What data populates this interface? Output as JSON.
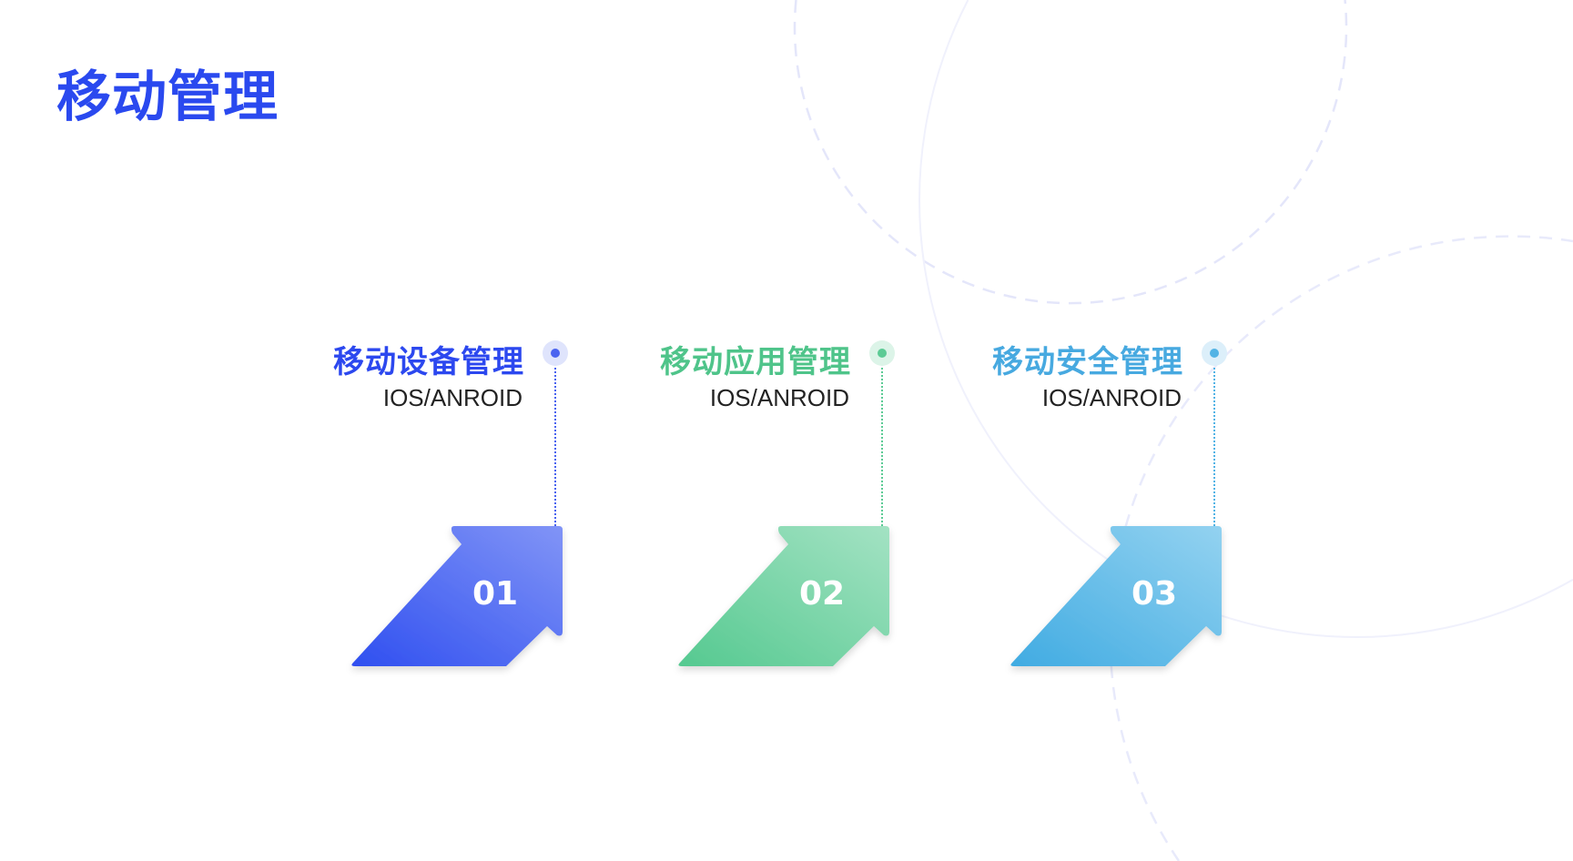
{
  "title": "移动管理",
  "colors": {
    "title": "#2a49ef"
  },
  "items": [
    {
      "heading": "移动设备管理",
      "subtitle": "IOS/ANROID",
      "number": "01",
      "color": "#2c48ef",
      "from": "#2f4ff0",
      "to": "#8194f6",
      "dot_bg": "#dfe4fc",
      "dot": "#4a63f0"
    },
    {
      "heading": "移动应用管理",
      "subtitle": "IOS/ANROID",
      "number": "02",
      "color": "#4fc48a",
      "from": "#55c990",
      "to": "#a3e2c3",
      "dot_bg": "#dcf4e8",
      "dot": "#5ccb95"
    },
    {
      "heading": "移动安全管理",
      "subtitle": "IOS/ANROID",
      "number": "03",
      "color": "#47a9e0",
      "from": "#40abe2",
      "to": "#93d2f0",
      "dot_bg": "#dceffa",
      "dot": "#52b3e5"
    }
  ]
}
